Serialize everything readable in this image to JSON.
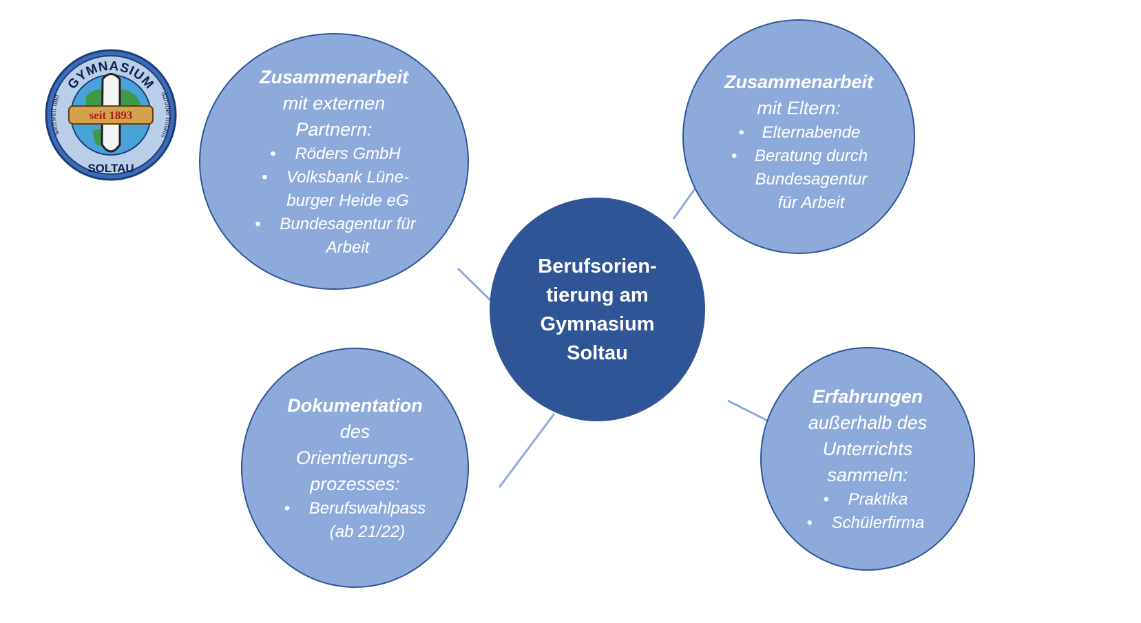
{
  "logo": {
    "top_text": "GYMNASIUM",
    "bottom_text": "SOLTAU",
    "left_text": "weltweit und",
    "right_text": "darüber hinaus",
    "banner": "seit 1893"
  },
  "center": {
    "lines": [
      "Berufsorien-",
      "tierung am",
      "Gymnasium",
      "Soltau"
    ]
  },
  "nodes": {
    "partners": {
      "heading_bold": "Zusammenarbeit",
      "heading_rest": [
        "mit externen",
        "Partnern:"
      ],
      "items": [
        [
          "Röders GmbH"
        ],
        [
          "Volksbank Lüne-",
          "burger Heide eG"
        ],
        [
          "Bundesagentur für",
          "Arbeit"
        ]
      ]
    },
    "parents": {
      "heading_bold": "Zusammenarbeit",
      "heading_rest": [
        "mit Eltern:"
      ],
      "items": [
        [
          "Elternabende"
        ],
        [
          "Beratung durch",
          "Bundesagentur",
          "für Arbeit"
        ]
      ]
    },
    "documentation": {
      "heading_bold": "Dokumentation",
      "heading_rest": [
        "des",
        "Orientierungs-",
        "prozesses:"
      ],
      "items": [
        [
          "Berufswahlpass",
          "(ab 21/22)"
        ]
      ]
    },
    "experiences": {
      "heading_bold": "Erfahrungen",
      "heading_rest": [
        "außerhalb des",
        "Unterrichts",
        "sammeln:"
      ],
      "items": [
        [
          "Praktika"
        ],
        [
          "Schülerfirma"
        ]
      ]
    }
  },
  "colors": {
    "node_fill": "#8eaadb",
    "node_border": "#2f5597",
    "center_fill": "#2f5597",
    "connector": "#8eaadb",
    "text": "#ffffff"
  }
}
